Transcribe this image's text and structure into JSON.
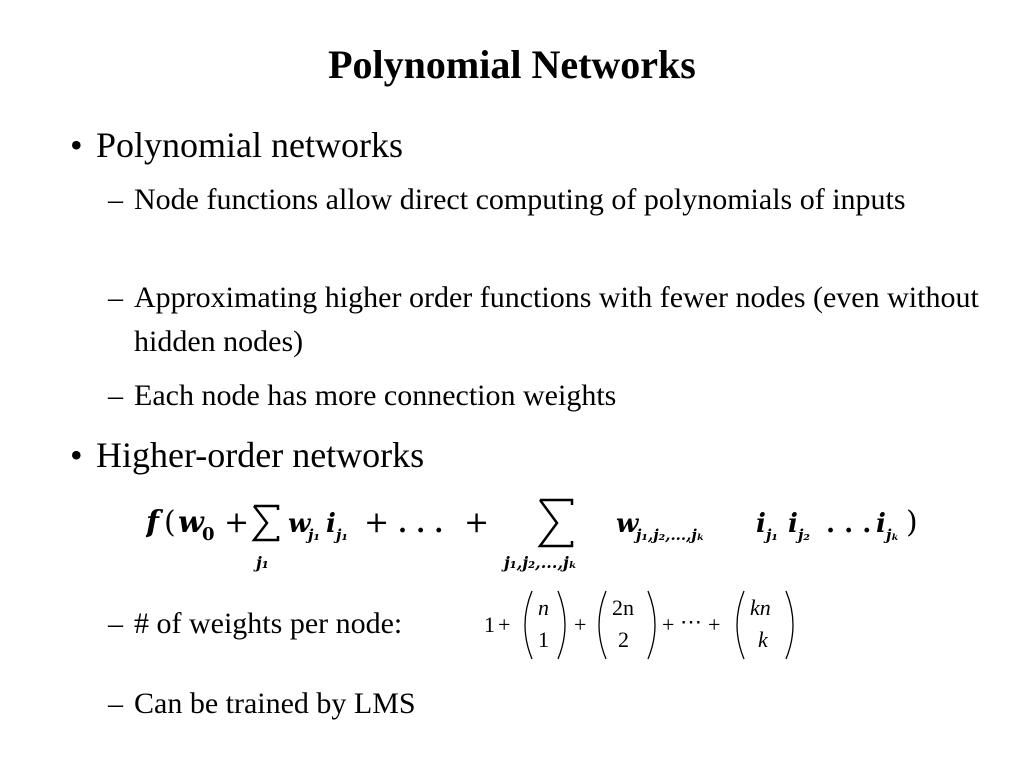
{
  "slide": {
    "title": "Polynomial Networks",
    "bullet_char": "•",
    "dash_char": "–",
    "sections": [
      {
        "heading": "Polynomial networks",
        "items": [
          "Node functions allow direct computing of polynomials of inputs",
          "Approximating higher order functions with fewer nodes (even without hidden nodes)",
          "Each node has more connection weights"
        ]
      },
      {
        "heading": "Higher-order networks",
        "items": [
          "# of weights per node:",
          "Can be trained by LMS"
        ]
      }
    ],
    "formula_main": {
      "f": "f",
      "open": "(",
      "w0": "w",
      "w0_sub": "0",
      "plus": "+",
      "sum1_sub": "j₁",
      "term1": "w",
      "term1_sub": "j₁",
      "term1_i": "i",
      "term1_i_sub": "j₁",
      "dots": ". . .",
      "sum2_sub": "j₁,j₂,...,jₖ",
      "term2_w": "w",
      "term2_w_sub": "j₁,j₂,...,jₖ",
      "term2_i1": "i",
      "term2_i1_sub": "j₁",
      "term2_i2": "i",
      "term2_i2_sub": "j₂",
      "term2_dots": ". . .",
      "term2_ik": "i",
      "term2_ik_sub": "jₖ",
      "close": ")"
    },
    "formula_weights": {
      "one": "1",
      "plus": "+",
      "b1_top": "n",
      "b1_bottom": "1",
      "b2_top": "2n",
      "b2_bottom": "2",
      "cdots": "⋯",
      "b3_top": "kn",
      "b3_bottom": "k"
    }
  }
}
